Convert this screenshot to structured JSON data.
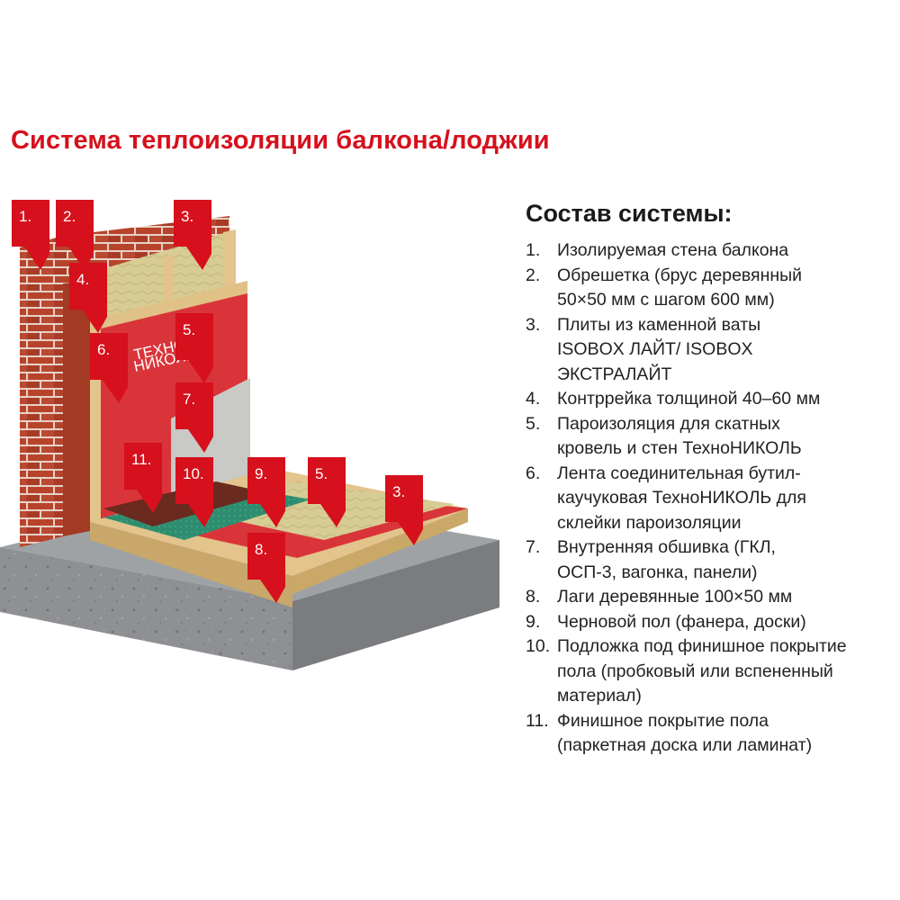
{
  "title": "Система теплоизоляции балкона/лоджии",
  "colors": {
    "accent": "#d6101c",
    "brick": "#b8432b",
    "concrete": "#8e9093",
    "wood": "#e2c48c",
    "wool": "#d8cc95",
    "membrane": "#d9343a",
    "underlay": "#2f8d6f",
    "finish_floor": "#6b2a1f",
    "drywall": "#c9c9c5"
  },
  "illustration": {
    "membrane_text_1": "ТЕХНО",
    "membrane_text_2": "НИКОЛЬ",
    "flags": [
      {
        "label": "1."
      },
      {
        "label": "2."
      },
      {
        "label": "3."
      },
      {
        "label": "4."
      },
      {
        "label": "6."
      },
      {
        "label": "5."
      },
      {
        "label": "7."
      },
      {
        "label": "11."
      },
      {
        "label": "10."
      },
      {
        "label": "9."
      },
      {
        "label": "5."
      },
      {
        "label": "3."
      },
      {
        "label": "8."
      }
    ]
  },
  "legend": {
    "heading": "Состав системы:",
    "items": [
      {
        "num": "1.",
        "text": "Изолируемая стена балкона"
      },
      {
        "num": "2.",
        "text": "Обрешетка (брус деревянный\n50×50 мм с шагом 600 мм)"
      },
      {
        "num": "3.",
        "text": "Плиты из каменной ваты\nISOBOX ЛАЙТ/ ISOBOX\nЭКСТРАЛАЙТ"
      },
      {
        "num": "4.",
        "text": "Контррейка толщиной 40–60 мм"
      },
      {
        "num": "5.",
        "text": "Пароизоляция для скатных\nкровель и стен ТехноНИКОЛЬ"
      },
      {
        "num": "6.",
        "text": "Лента соединительная бутил-\nкаучуковая ТехноНИКОЛЬ для\nсклейки пароизоляции"
      },
      {
        "num": "7.",
        "text": "Внутренняя обшивка (ГКЛ,\nОСП-3, вагонка, панели)"
      },
      {
        "num": "8.",
        "text": "Лаги деревянные 100×50 мм"
      },
      {
        "num": "9.",
        "text": "Черновой пол (фанера, доски)"
      },
      {
        "num": "10.",
        "text": "Подложка под финишное покрытие\nпола (пробковый или вспененный\nматериал)"
      },
      {
        "num": "11.",
        "text": "Финишное покрытие пола\n(паркетная доска или ламинат)"
      }
    ]
  }
}
